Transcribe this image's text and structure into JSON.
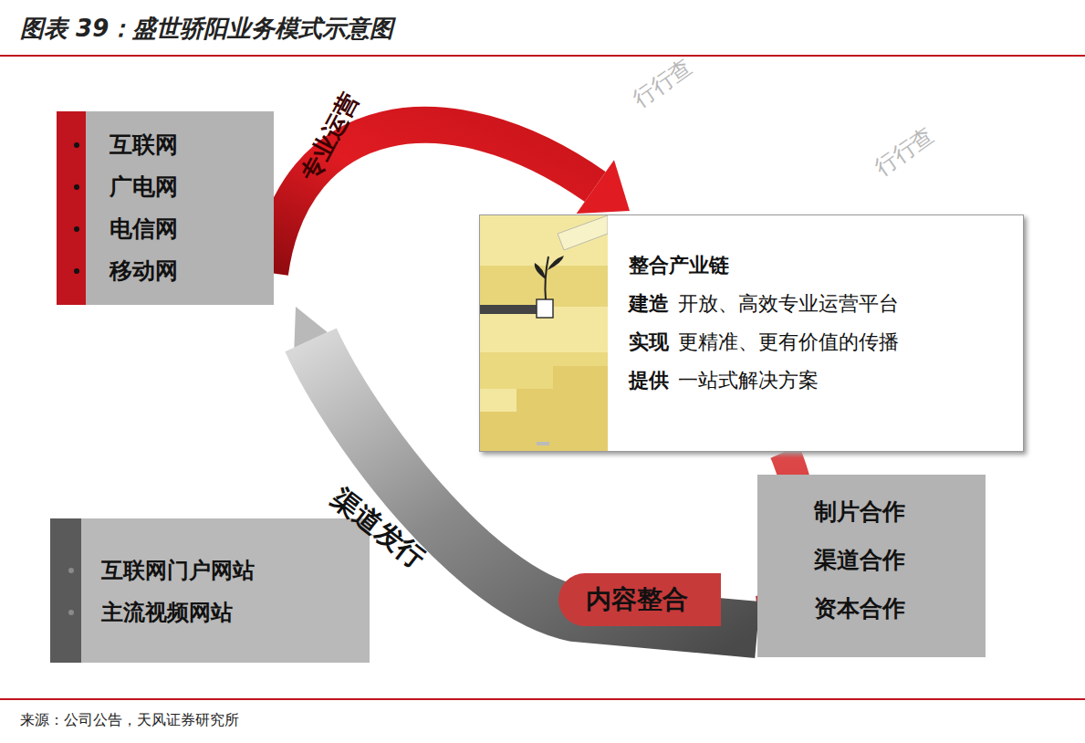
{
  "diagram": {
    "title": "图表 39：盛世骄阳业务模式示意图",
    "caption": "来源：公司公告，天风证券研究所",
    "nodes": [
      {
        "text": [
          "互联网",
          "广电网",
          "电信网",
          "移动网"
        ]
      },
      {
        "text": [
          "整合产业链",
          "建造",
          "开放、高效专业运营平台",
          "实现",
          "更精准、更有价值的传播",
          "提供",
          "一站式解决方案"
        ]
      },
      {
        "text": [
          "制片合作",
          "渠道合作",
          "资本合作"
        ]
      },
      {
        "text": [
          "互联网门户网站",
          "主流视频网站"
        ]
      }
    ],
    "edges": [
      {
        "from": 0,
        "to": 1,
        "arrow": "to",
        "label": "专业运营"
      },
      {
        "from": 1,
        "to": 2,
        "arrow": "none",
        "label": "内容整合"
      },
      {
        "from": 2,
        "to": 0,
        "arrow": "to",
        "label": "渠道发行"
      }
    ],
    "labels": [
      "行行查",
      "行行查"
    ]
  }
}
